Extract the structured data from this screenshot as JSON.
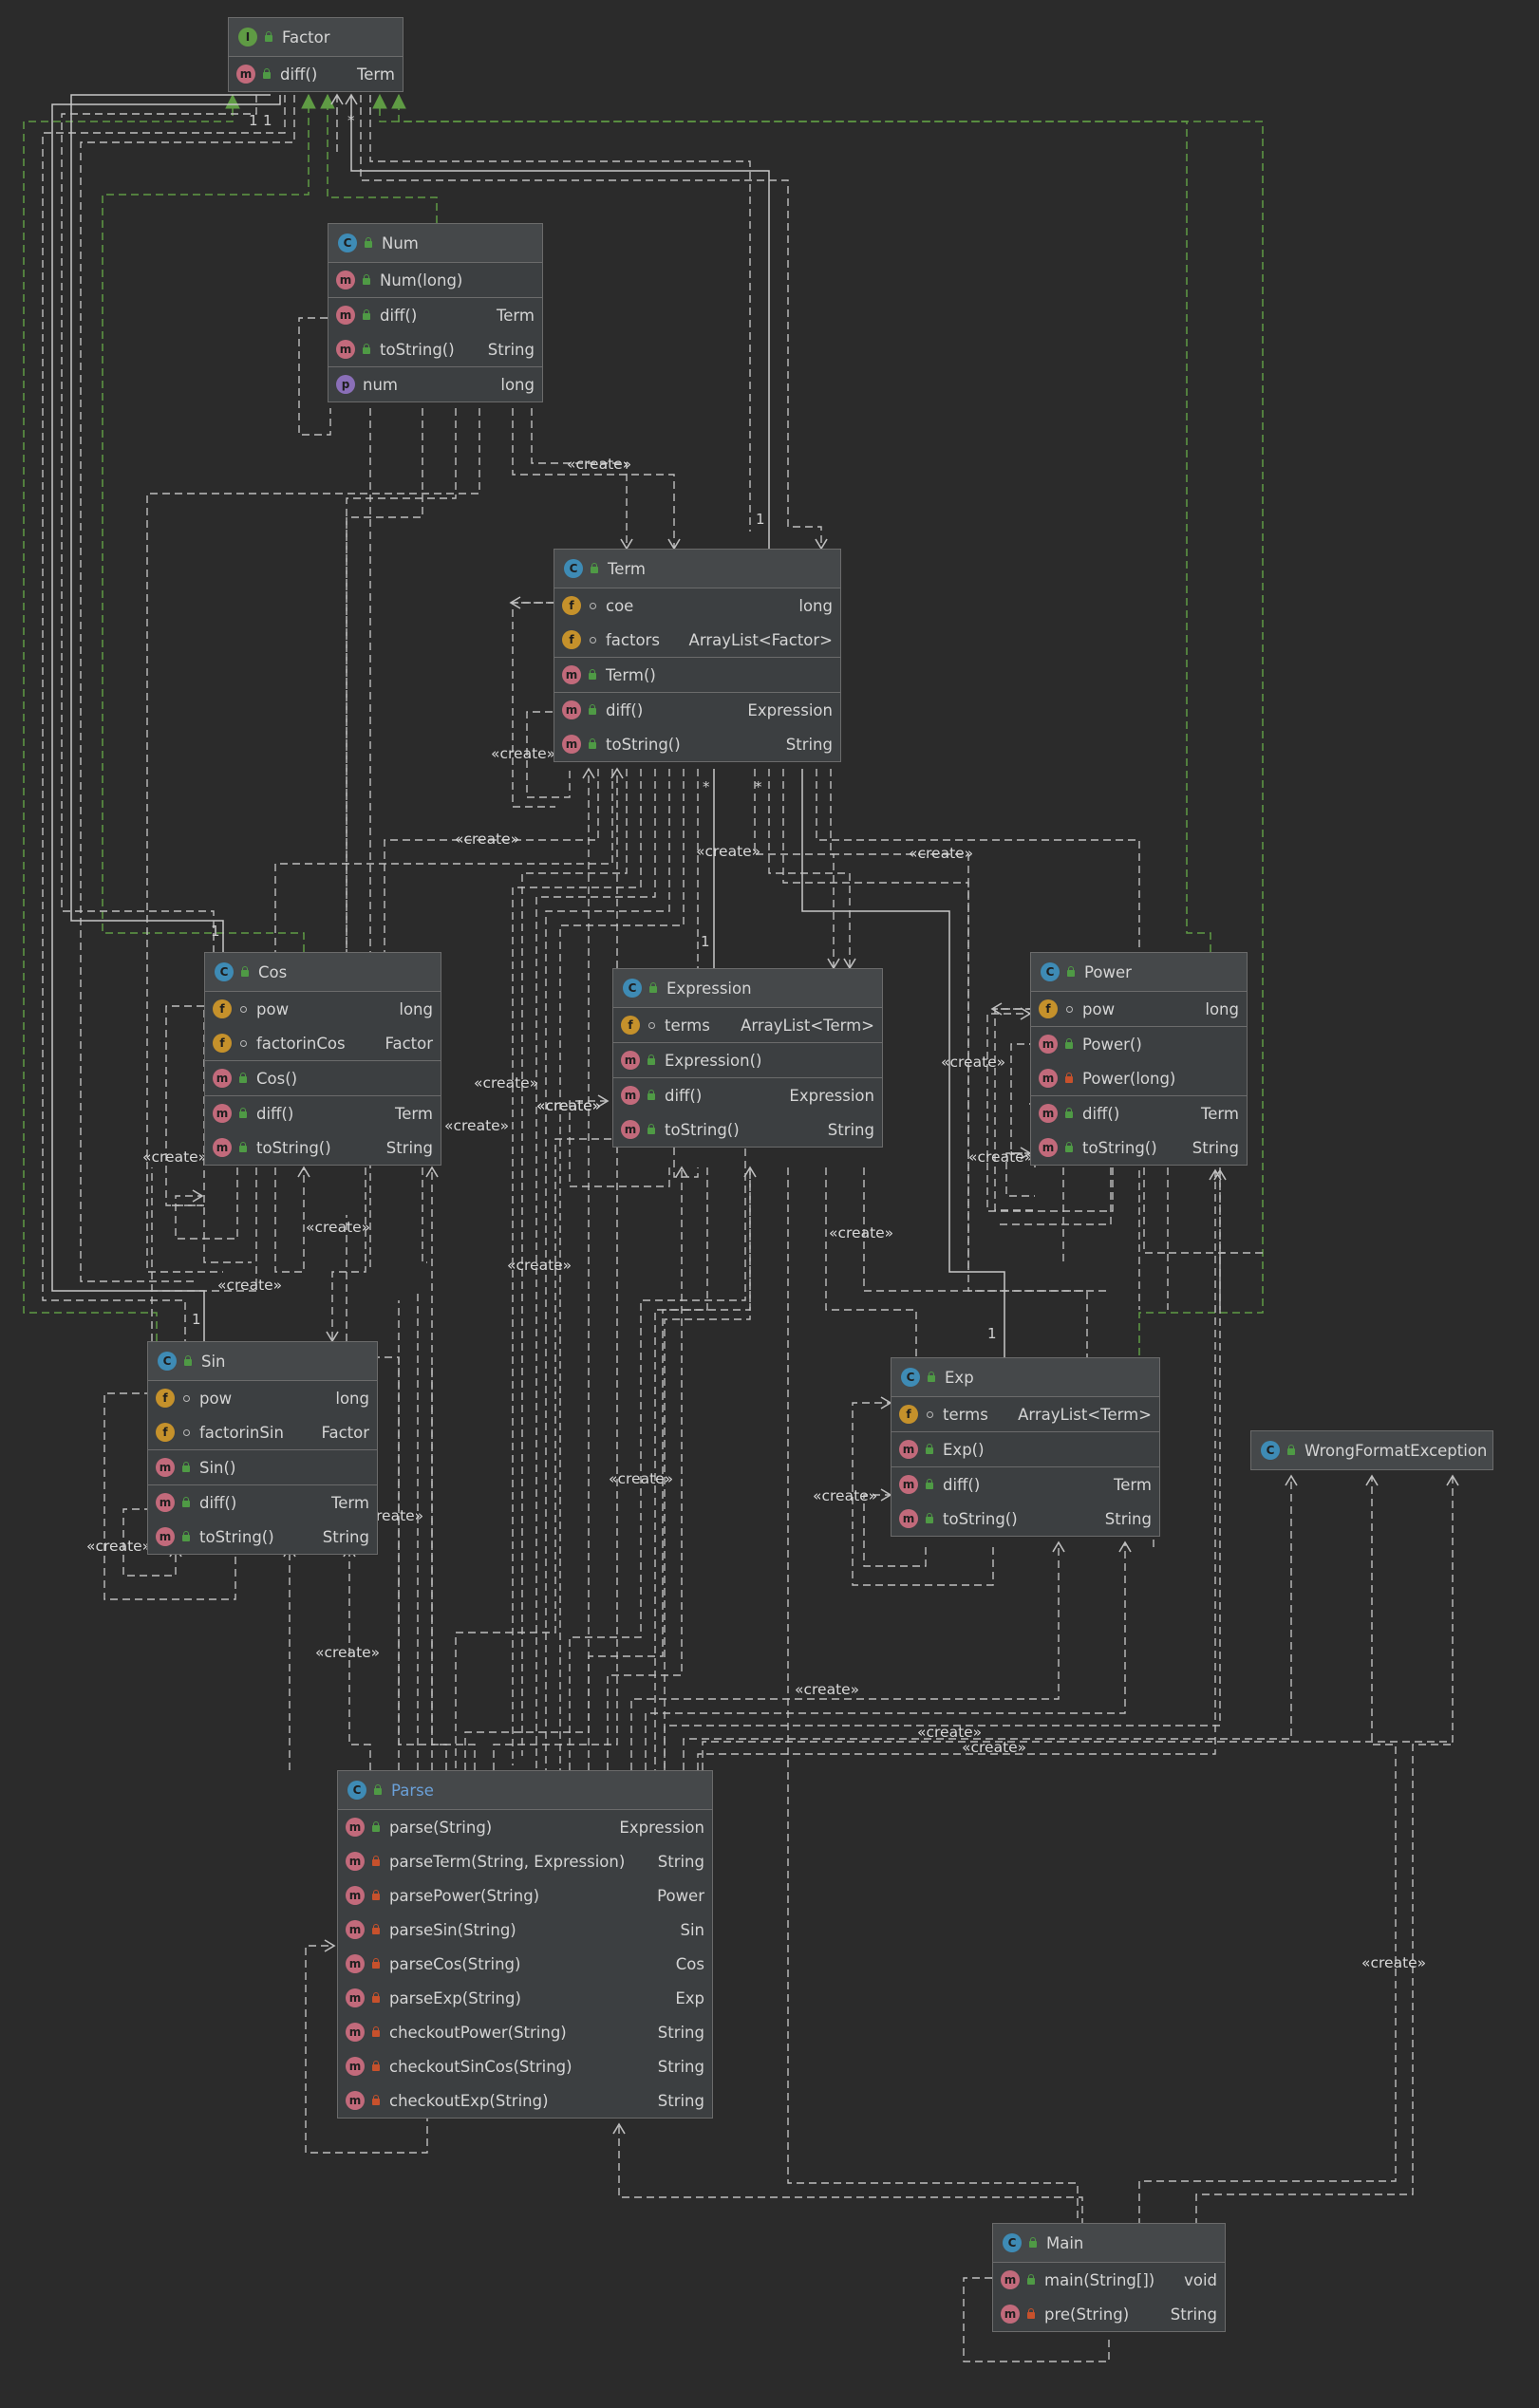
{
  "colors": {
    "background": "#2b2b2b",
    "class_box": "#3c3f41",
    "dependency_edge": "#bfbfbf",
    "implements_edge": "#5f9b44"
  },
  "create_label": "«create»",
  "multiplicity": {
    "one": "1",
    "many": "*"
  },
  "classes": {
    "factor": {
      "kind": "interface",
      "name": "Factor",
      "methods": [
        {
          "name": "diff()",
          "type": "Term",
          "vis": "public"
        }
      ]
    },
    "num": {
      "kind": "class",
      "name": "Num",
      "constructors": [
        {
          "name": "Num(long)",
          "vis": "public"
        }
      ],
      "methods": [
        {
          "name": "diff()",
          "type": "Term",
          "vis": "public"
        },
        {
          "name": "toString()",
          "type": "String",
          "vis": "public"
        }
      ],
      "properties": [
        {
          "name": "num",
          "type": "long"
        }
      ]
    },
    "term": {
      "kind": "class",
      "name": "Term",
      "fields": [
        {
          "name": "coe",
          "type": "long",
          "vis": "package"
        },
        {
          "name": "factors",
          "type": "ArrayList<Factor>",
          "vis": "package"
        }
      ],
      "constructors": [
        {
          "name": "Term()",
          "vis": "public"
        }
      ],
      "methods": [
        {
          "name": "diff()",
          "type": "Expression",
          "vis": "public"
        },
        {
          "name": "toString()",
          "type": "String",
          "vis": "public"
        }
      ]
    },
    "cos": {
      "kind": "class",
      "name": "Cos",
      "fields": [
        {
          "name": "pow",
          "type": "long",
          "vis": "package"
        },
        {
          "name": "factorinCos",
          "type": "Factor",
          "vis": "package"
        }
      ],
      "constructors": [
        {
          "name": "Cos()",
          "vis": "public"
        }
      ],
      "methods": [
        {
          "name": "diff()",
          "type": "Term",
          "vis": "public"
        },
        {
          "name": "toString()",
          "type": "String",
          "vis": "public"
        }
      ]
    },
    "expression": {
      "kind": "class",
      "name": "Expression",
      "fields": [
        {
          "name": "terms",
          "type": "ArrayList<Term>",
          "vis": "package"
        }
      ],
      "constructors": [
        {
          "name": "Expression()",
          "vis": "public"
        }
      ],
      "methods": [
        {
          "name": "diff()",
          "type": "Expression",
          "vis": "public"
        },
        {
          "name": "toString()",
          "type": "String",
          "vis": "public"
        }
      ]
    },
    "power": {
      "kind": "class",
      "name": "Power",
      "fields": [
        {
          "name": "pow",
          "type": "long",
          "vis": "package"
        }
      ],
      "constructors": [
        {
          "name": "Power()",
          "vis": "public"
        },
        {
          "name": "Power(long)",
          "vis": "private"
        }
      ],
      "methods": [
        {
          "name": "diff()",
          "type": "Term",
          "vis": "public"
        },
        {
          "name": "toString()",
          "type": "String",
          "vis": "public"
        }
      ]
    },
    "sin": {
      "kind": "class",
      "name": "Sin",
      "fields": [
        {
          "name": "pow",
          "type": "long",
          "vis": "package"
        },
        {
          "name": "factorinSin",
          "type": "Factor",
          "vis": "package"
        }
      ],
      "constructors": [
        {
          "name": "Sin()",
          "vis": "public"
        }
      ],
      "methods": [
        {
          "name": "diff()",
          "type": "Term",
          "vis": "public"
        },
        {
          "name": "toString()",
          "type": "String",
          "vis": "public"
        }
      ]
    },
    "exp": {
      "kind": "class",
      "name": "Exp",
      "fields": [
        {
          "name": "terms",
          "type": "ArrayList<Term>",
          "vis": "package"
        }
      ],
      "constructors": [
        {
          "name": "Exp()",
          "vis": "public"
        }
      ],
      "methods": [
        {
          "name": "diff()",
          "type": "Term",
          "vis": "public"
        },
        {
          "name": "toString()",
          "type": "String",
          "vis": "public"
        }
      ]
    },
    "wrongformat": {
      "kind": "class",
      "name": "WrongFormatException"
    },
    "parse": {
      "kind": "class",
      "name": "Parse",
      "methods": [
        {
          "name": "parse(String)",
          "type": "Expression",
          "vis": "public"
        },
        {
          "name": "parseTerm(String, Expression)",
          "type": "String",
          "vis": "private"
        },
        {
          "name": "parsePower(String)",
          "type": "Power",
          "vis": "private"
        },
        {
          "name": "parseSin(String)",
          "type": "Sin",
          "vis": "private"
        },
        {
          "name": "parseCos(String)",
          "type": "Cos",
          "vis": "private"
        },
        {
          "name": "parseExp(String)",
          "type": "Exp",
          "vis": "private"
        },
        {
          "name": "checkoutPower(String)",
          "type": "String",
          "vis": "private"
        },
        {
          "name": "checkoutSinCos(String)",
          "type": "String",
          "vis": "private"
        },
        {
          "name": "checkoutExp(String)",
          "type": "String",
          "vis": "private"
        }
      ]
    },
    "main": {
      "kind": "class",
      "name": "Main",
      "methods": [
        {
          "name": "main(String[])",
          "type": "void",
          "vis": "public"
        },
        {
          "name": "pre(String)",
          "type": "String",
          "vis": "private"
        }
      ]
    }
  }
}
